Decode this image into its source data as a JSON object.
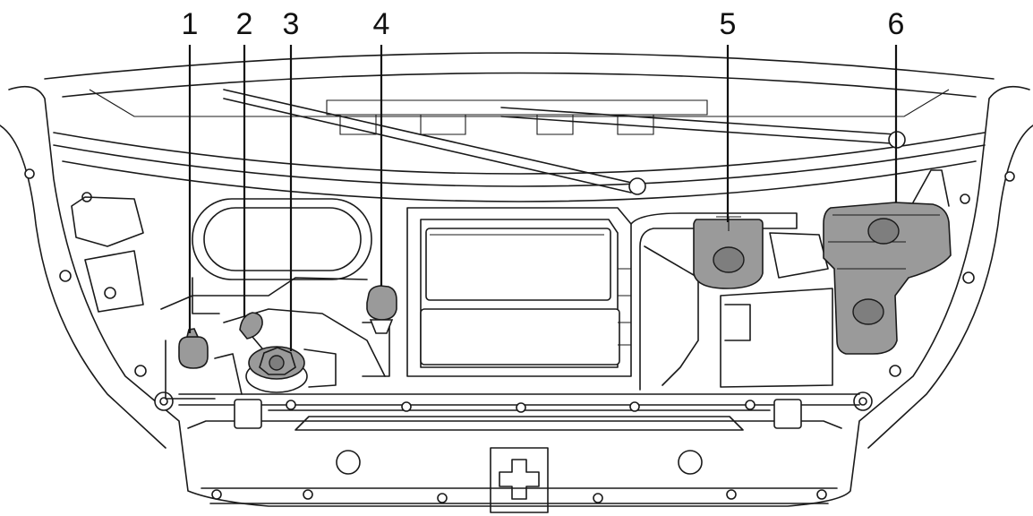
{
  "diagram": {
    "callouts": [
      {
        "id": "1",
        "label": "1"
      },
      {
        "id": "2",
        "label": "2"
      },
      {
        "id": "3",
        "label": "3"
      },
      {
        "id": "4",
        "label": "4"
      },
      {
        "id": "5",
        "label": "5"
      },
      {
        "id": "6",
        "label": "6"
      }
    ],
    "colors": {
      "line": "#1a1a1a",
      "highlight_fill": "#9a9a9a",
      "background": "#ffffff"
    }
  }
}
